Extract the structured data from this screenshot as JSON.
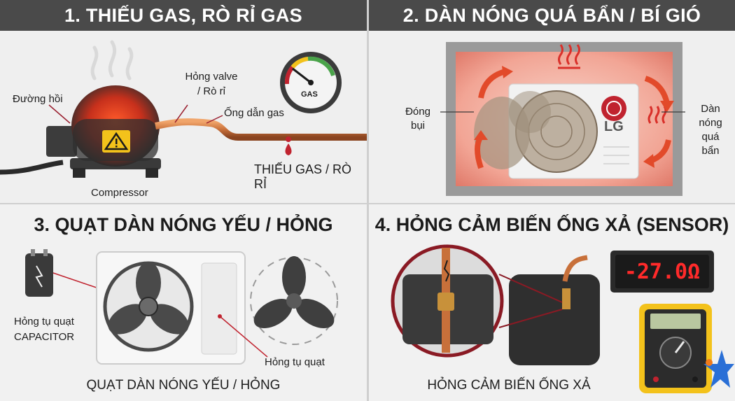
{
  "panel1": {
    "title": "1. THIẾU GAS, RÒ RỈ GAS",
    "label_return_line": "Đường hồi",
    "label_valve_1": "Hỏng valve",
    "label_valve_2": "/ Rò rỉ",
    "label_gas_pipe": "Ống dẫn gas",
    "label_compressor": "Compressor",
    "gauge_text": "GAS",
    "caption": "THIẾU GAS / RÒ RỈ"
  },
  "panel2": {
    "title": "2. DÀN NÓNG QUÁ BẨN / BÍ GIÓ",
    "label_dust_1": "Đóng",
    "label_dust_2": "bụi",
    "label_dirty_1": "Dàn",
    "label_dirty_2": "nóng",
    "label_dirty_3": "quá",
    "label_dirty_4": "bẩn",
    "brand": "LG"
  },
  "panel3": {
    "title": "3. QUẠT DÀN NÓNG YẾU / HỎNG",
    "label_capacitor_1": "Hỏng tụ quạt",
    "label_capacitor_2": "CAPACITOR",
    "label_capacitor_3": "Hỏng tụ quạt",
    "caption": "QUẠT DÀN NÓNG YẾU / HỎNG"
  },
  "panel4": {
    "title": "4. HỎNG CẢM BIẾN ỐNG XẢ (SENSOR)",
    "meter_reading": "-27.0Ω",
    "caption": "HỎNG CẢM BIẾN ỐNG XẢ"
  },
  "colors": {
    "header_bg": "#4a4a4a",
    "copper": "#c8703a",
    "alert_red": "#c0232f",
    "warning_yellow": "#f3c21b",
    "heat_red": "#e24a2a",
    "display_red": "#ff2a2a"
  }
}
